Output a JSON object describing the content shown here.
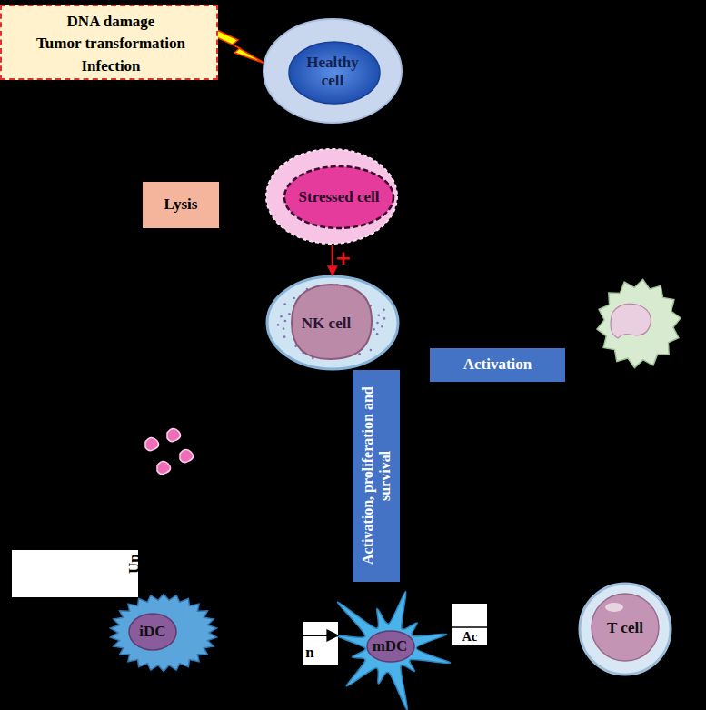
{
  "diagram": {
    "nodes": [
      {
        "text": [
          "DNA damage",
          "Tumor transformation",
          "Infection"
        ]
      },
      {
        "text": [
          "Healthy cell"
        ]
      },
      {
        "text": [
          "Lysis"
        ]
      },
      {
        "text": [
          "Stressed cell"
        ]
      },
      {
        "text": [
          "NK cell"
        ]
      },
      {
        "text": [
          "Activation"
        ]
      },
      {
        "text": [
          "Activation, proliferation and survival"
        ]
      },
      {
        "text": [
          "Up"
        ]
      },
      {
        "text": [
          "iDC"
        ]
      },
      {
        "text": [
          "n"
        ]
      },
      {
        "text": [
          "mDC"
        ]
      },
      {
        "text": [
          "Ac"
        ]
      },
      {
        "text": [
          "T cell"
        ]
      }
    ],
    "edges": [
      {
        "from": 3,
        "to": 4,
        "arrow": "to",
        "label": "+"
      }
    ]
  }
}
